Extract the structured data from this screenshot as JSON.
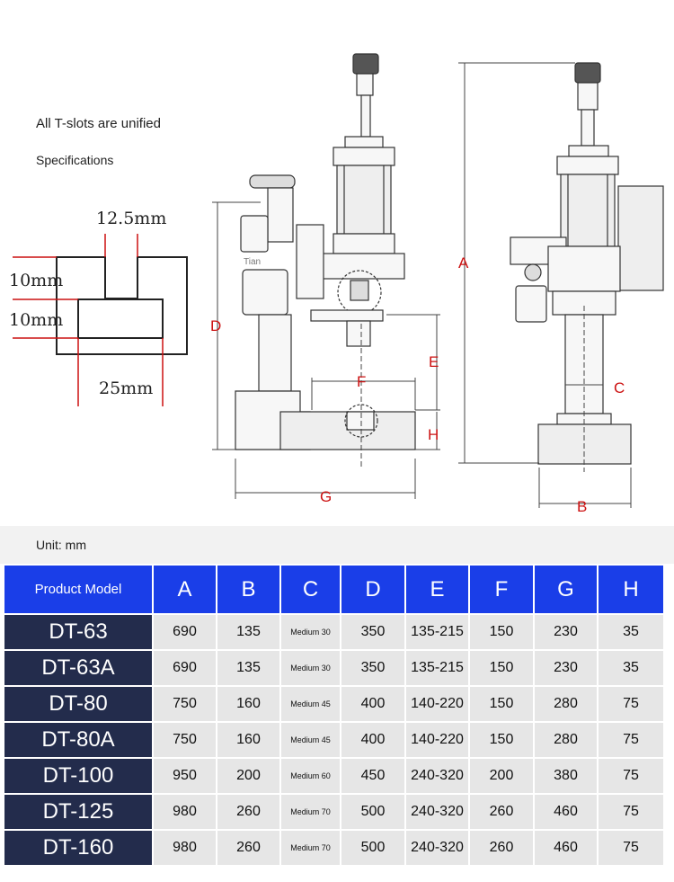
{
  "notes": {
    "tslots": "All T-slots are unified",
    "specifications": "Specifications"
  },
  "tslot": {
    "width_top": "12.5mm",
    "height_top": "10mm",
    "height_bottom": "10mm",
    "width_bottom": "25mm"
  },
  "dimension_labels": {
    "A": "A",
    "B": "B",
    "C": "C",
    "D": "D",
    "E": "E",
    "F": "F",
    "G": "G",
    "H": "H"
  },
  "machine_label": "Tian",
  "colors": {
    "header_blue": "#1a3ee8",
    "model_navy": "#232c4c",
    "cell_gray": "#e6e6e6",
    "dim_red": "#cc1111"
  },
  "table": {
    "unit": "Unit: mm",
    "headers": [
      "Product Model",
      "A",
      "B",
      "C",
      "D",
      "E",
      "F",
      "G",
      "H"
    ],
    "rows": [
      [
        "DT-63",
        "690",
        "135",
        "Medium 30",
        "350",
        "135-215",
        "150",
        "230",
        "35"
      ],
      [
        "DT-63A",
        "690",
        "135",
        "Medium 30",
        "350",
        "135-215",
        "150",
        "230",
        "35"
      ],
      [
        "DT-80",
        "750",
        "160",
        "Medium 45",
        "400",
        "140-220",
        "150",
        "280",
        "75"
      ],
      [
        "DT-80A",
        "750",
        "160",
        "Medium 45",
        "400",
        "140-220",
        "150",
        "280",
        "75"
      ],
      [
        "DT-100",
        "950",
        "200",
        "Medium 60",
        "450",
        "240-320",
        "200",
        "380",
        "75"
      ],
      [
        "DT-125",
        "980",
        "260",
        "Medium 70",
        "500",
        "240-320",
        "260",
        "460",
        "75"
      ],
      [
        "DT-160",
        "980",
        "260",
        "Medium 70",
        "500",
        "240-320",
        "260",
        "460",
        "75"
      ]
    ]
  }
}
